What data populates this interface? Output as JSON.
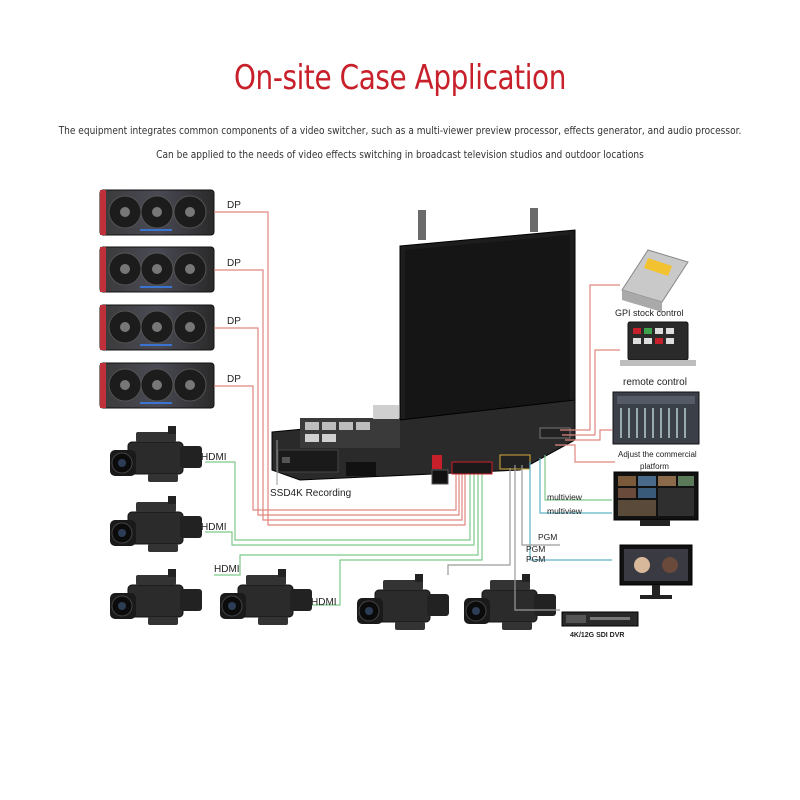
{
  "header": {
    "title": "On-site Case Application",
    "line1": "The equipment integrates common components of a video switcher, such as a multi-viewer preview processor, effects generator, and audio processor.",
    "line2": "Can be applied to the needs of video effects switching in broadcast television studios and outdoor locations"
  },
  "colors": {
    "title": "#c8202a",
    "red_line": "#e0867f",
    "green_line": "#7cc98a",
    "teal_line": "#5fb2c4",
    "gray_line": "#9a9a9a"
  },
  "labels": {
    "dp": "DP",
    "hdmi": "HDMI",
    "ssd": "SSD4K Recording",
    "gpi": "GPI stock control",
    "remote": "remote control",
    "commercial_line1": "Adjust the commercial",
    "commercial_line2": "platform",
    "multiview": "multiview",
    "pgm": "PGM",
    "dvr": "4K/12G SDI DVR"
  },
  "icons": [
    "graphics-card-icon",
    "camcorder-icon",
    "portable-switcher-icon",
    "gpi-pedal-icon",
    "remote-control-panel-icon",
    "audio-mixer-icon",
    "multiview-monitor-icon",
    "pgm-monitor-icon",
    "dvr-recorder-icon"
  ]
}
